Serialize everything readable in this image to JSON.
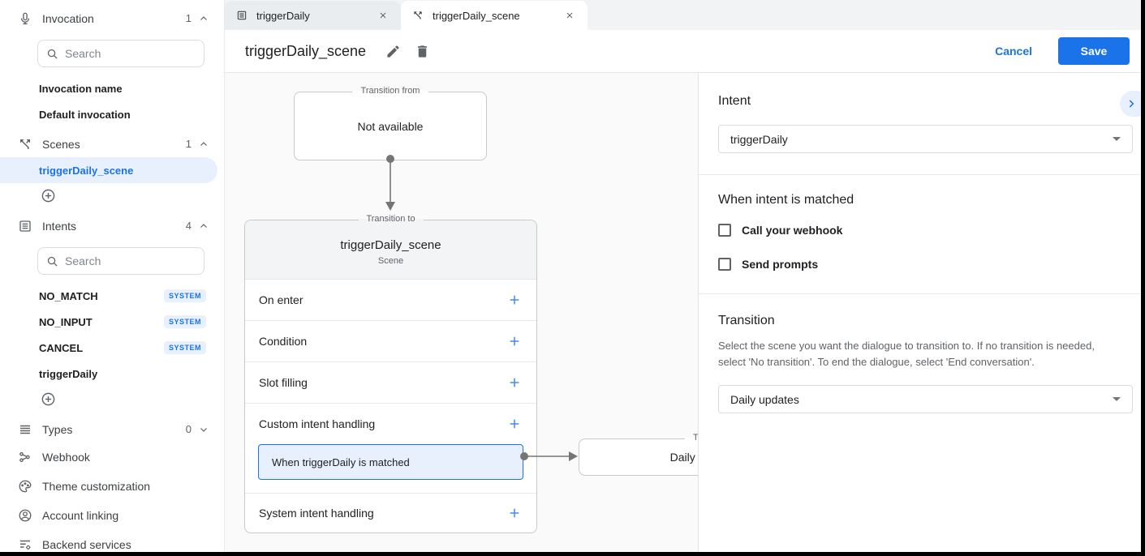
{
  "colors": {
    "accent": "#1a73e8",
    "accent_light": "#e8f0fe",
    "text": "#202124",
    "muted": "#5f6368",
    "border": "#dadce0",
    "canvas_bg": "#fafafa"
  },
  "sidebar": {
    "invocation": {
      "label": "Invocation",
      "count": "1",
      "search_placeholder": "Search",
      "items": [
        "Invocation name",
        "Default invocation"
      ]
    },
    "scenes": {
      "label": "Scenes",
      "count": "1",
      "selected_item": "triggerDaily_scene"
    },
    "intents": {
      "label": "Intents",
      "count": "4",
      "search_placeholder": "Search",
      "items": [
        {
          "label": "NO_MATCH",
          "badge": "SYSTEM"
        },
        {
          "label": "NO_INPUT",
          "badge": "SYSTEM"
        },
        {
          "label": "CANCEL",
          "badge": "SYSTEM"
        },
        {
          "label": "triggerDaily",
          "badge": ""
        }
      ]
    },
    "types": {
      "label": "Types",
      "count": "0"
    },
    "links": [
      {
        "label": "Webhook"
      },
      {
        "label": "Theme customization"
      },
      {
        "label": "Account linking"
      },
      {
        "label": "Backend services"
      }
    ]
  },
  "tabs": [
    {
      "label": "triggerDaily"
    },
    {
      "label": "triggerDaily_scene"
    }
  ],
  "header": {
    "title": "triggerDaily_scene",
    "cancel_label": "Cancel",
    "save_label": "Save"
  },
  "canvas": {
    "transition_from": {
      "legend": "Transition from",
      "body": "Not available"
    },
    "scene_card": {
      "legend": "Transition to",
      "title": "triggerDaily_scene",
      "subtitle": "Scene",
      "rows": [
        "On enter",
        "Condition",
        "Slot filling",
        "Custom intent handling"
      ],
      "selected_handler": "When triggerDaily is matched",
      "last_row": "System intent handling"
    },
    "target_card": {
      "legend": "Transition to",
      "body": "Daily updates"
    }
  },
  "panel": {
    "intent": {
      "heading": "Intent",
      "value": "triggerDaily"
    },
    "matched": {
      "heading": "When intent is matched",
      "checkboxes": [
        "Call your webhook",
        "Send prompts"
      ]
    },
    "transition": {
      "heading": "Transition",
      "description": "Select the scene you want the dialogue to transition to. If no transition is needed, select 'No transition'. To end the dialogue, select 'End conversation'.",
      "value": "Daily updates"
    }
  }
}
